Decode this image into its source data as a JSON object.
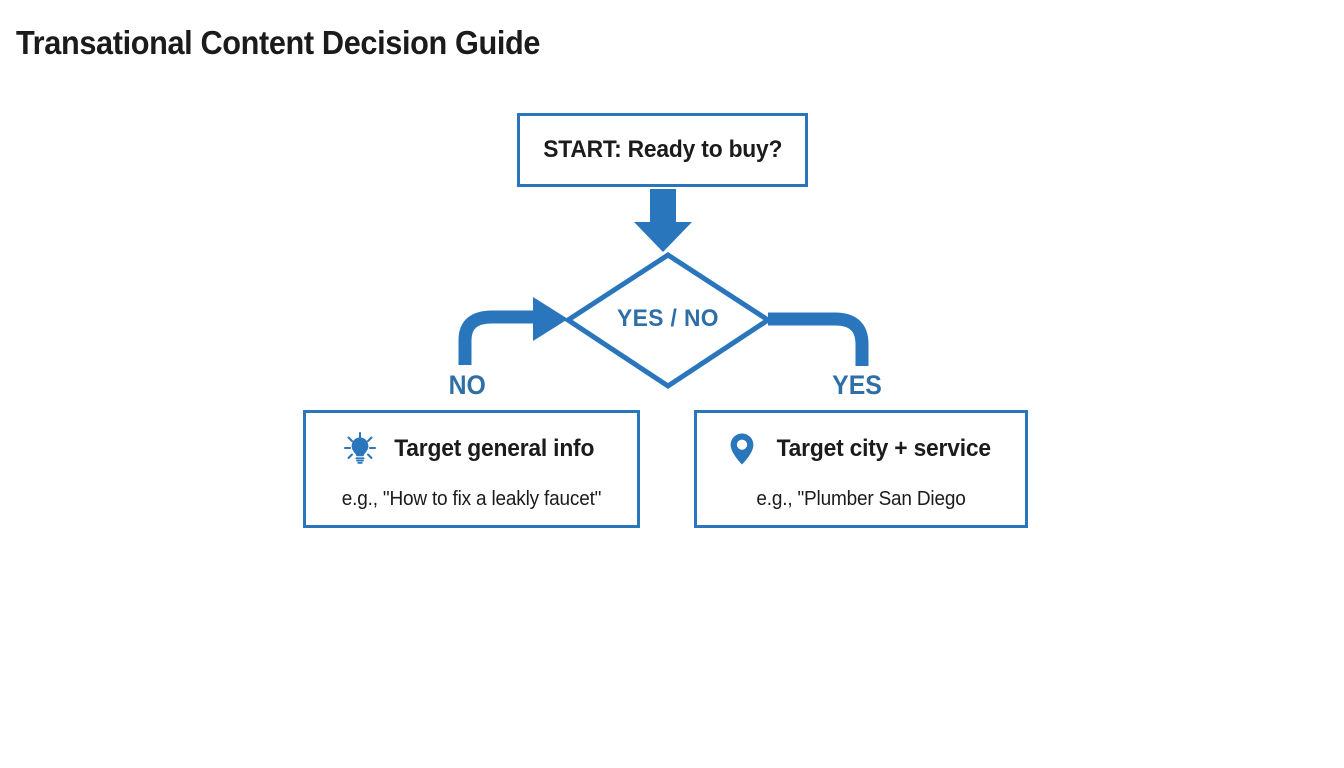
{
  "page": {
    "title": "Transational Content Decision Guide",
    "background_color": "#ffffff",
    "accent_color": "#2a76bd",
    "label_color": "#2f6fa8",
    "text_color": "#1b1b1b"
  },
  "flowchart": {
    "start": {
      "label": "START: Ready to buy?"
    },
    "decision": {
      "label": "YES / NO"
    },
    "branches": [
      {
        "id": "no",
        "label": "NO"
      },
      {
        "id": "yes",
        "label": "YES"
      }
    ],
    "outcomes": [
      {
        "id": "general-info",
        "icon": "lightbulb-icon",
        "title": "Target general info",
        "example": "e.g., \"How to fix a leakly faucet\""
      },
      {
        "id": "city-service",
        "icon": "map-pin-icon",
        "title": "Target city + service",
        "example": "e.g., \"Plumber San Diego"
      }
    ]
  }
}
